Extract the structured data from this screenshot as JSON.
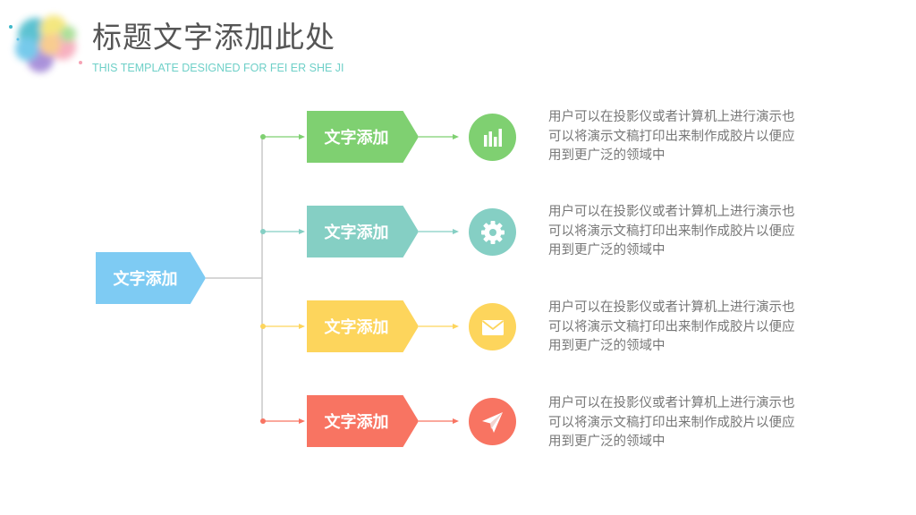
{
  "header": {
    "title": "标题文字添加此处",
    "subtitle": "THIS TEMPLATE DESIGNED FOR FEI ER SHE JI"
  },
  "colors": {
    "root": "#7ecbf3",
    "green": "#7fd071",
    "teal": "#85cfc4",
    "yellow": "#fdd55c",
    "red": "#f87462",
    "connector_gray": "#c8c8c8"
  },
  "root": {
    "label": "文字添加"
  },
  "branches": [
    {
      "label": "文字添加",
      "icon": "bar-chart-icon",
      "color": "#7fd071",
      "description": [
        "用户可以在投影仪或者计算机上进行演示也",
        "可以将演示文稿打印出来制作成胶片以便应",
        "用到更广泛的领域中"
      ]
    },
    {
      "label": "文字添加",
      "icon": "gear-icon",
      "color": "#85cfc4",
      "description": [
        "用户可以在投影仪或者计算机上进行演示也",
        "可以将演示文稿打印出来制作成胶片以便应",
        "用到更广泛的领域中"
      ]
    },
    {
      "label": "文字添加",
      "icon": "envelope-icon",
      "color": "#fdd55c",
      "description": [
        "用户可以在投影仪或者计算机上进行演示也",
        "可以将演示文稿打印出来制作成胶片以便应",
        "用到更广泛的领域中"
      ]
    },
    {
      "label": "文字添加",
      "icon": "paper-plane-icon",
      "color": "#f87462",
      "description": [
        "用户可以在投影仪或者计算机上进行演示也",
        "可以将演示文稿打印出来制作成胶片以便应",
        "用到更广泛的领域中"
      ]
    }
  ]
}
